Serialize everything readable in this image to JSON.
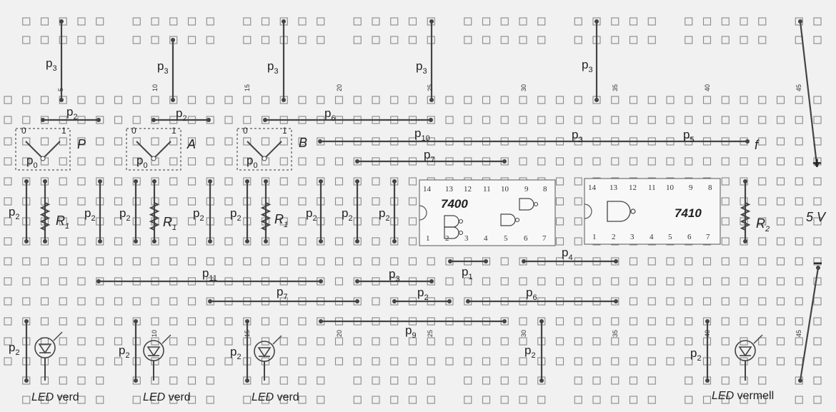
{
  "switches": [
    {
      "name": "P",
      "pos0": "0",
      "pos1": "1",
      "pole": "p0"
    },
    {
      "name": "A",
      "pos0": "0",
      "pos1": "1",
      "pole": "p0"
    },
    {
      "name": "B",
      "pos0": "0",
      "pos1": "1",
      "pole": "p0"
    }
  ],
  "wire_labels": {
    "p3": "p3",
    "p2": "p2",
    "p6": "p6",
    "p10": "p10",
    "p7": "p7",
    "p5": "p5",
    "p11": "p11",
    "p1": "p1",
    "p4": "p4",
    "p9": "p9"
  },
  "resistors": {
    "r1": "R1",
    "r2": "R2"
  },
  "output_label": "f",
  "ics": [
    {
      "name": "7400",
      "top_pins": [
        "14",
        "13",
        "12",
        "11",
        "10",
        "9",
        "8"
      ],
      "bottom_pins": [
        "1",
        "2",
        "3",
        "4",
        "5",
        "6",
        "7"
      ]
    },
    {
      "name": "7410",
      "top_pins": [
        "14",
        "13",
        "12",
        "11",
        "10",
        "9",
        "8"
      ],
      "bottom_pins": [
        "1",
        "2",
        "3",
        "4",
        "5",
        "6",
        "7"
      ]
    }
  ],
  "column_numbers_top": [
    "5",
    "10",
    "15",
    "20",
    "25",
    "30",
    "35",
    "40",
    "45"
  ],
  "column_numbers_bottom": [
    "10",
    "15",
    "20",
    "25",
    "30",
    "35",
    "40",
    "45"
  ],
  "leds": [
    {
      "color_word": "verd",
      "prefix": "LED"
    },
    {
      "color_word": "verd",
      "prefix": "LED"
    },
    {
      "color_word": "verd",
      "prefix": "LED"
    },
    {
      "color_word": "vermell",
      "prefix": "LED"
    }
  ],
  "supply": {
    "voltage": "5 V",
    "plus": "+",
    "minus": "−"
  },
  "colors": {
    "wire": "#444444",
    "hole": "#8a8a8a",
    "background": "#f1f1f1"
  }
}
